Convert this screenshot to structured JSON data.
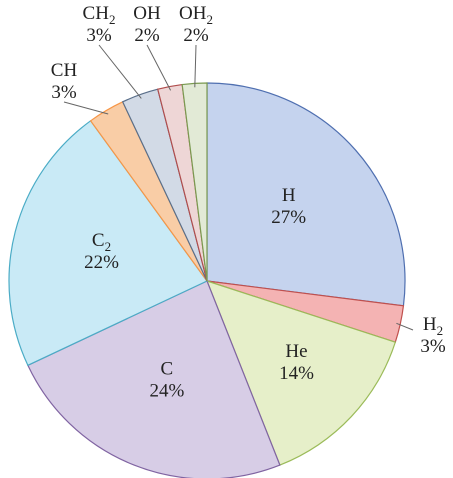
{
  "chart_data": {
    "type": "pie",
    "slices": [
      {
        "label": "H",
        "sub": "",
        "value": 27,
        "value_label": "27%",
        "color": "#c5d3ee",
        "stroke": "#4f6fb0"
      },
      {
        "label": "H",
        "sub": "2",
        "value": 3,
        "value_label": "3%",
        "color": "#f4b3b3",
        "stroke": "#c0504d"
      },
      {
        "label": "He",
        "sub": "",
        "value": 14,
        "value_label": "14%",
        "color": "#e6efc9",
        "stroke": "#9bbb59"
      },
      {
        "label": "C",
        "sub": "",
        "value": 24,
        "value_label": "24%",
        "color": "#d7cde6",
        "stroke": "#8064a2"
      },
      {
        "label": "C",
        "sub": "2",
        "value": 22,
        "value_label": "22%",
        "color": "#c9eaf6",
        "stroke": "#4bacc6"
      },
      {
        "label": "CH",
        "sub": "",
        "value": 3,
        "value_label": "3%",
        "color": "#f9cda6",
        "stroke": "#f79646"
      },
      {
        "label": "CH",
        "sub": "2",
        "value": 3,
        "value_label": "3%",
        "color": "#d2dae6",
        "stroke": "#5a6f8a"
      },
      {
        "label": "OH",
        "sub": "",
        "value": 2,
        "value_label": "2%",
        "color": "#eed6d6",
        "stroke": "#b04d4d"
      },
      {
        "label": "OH",
        "sub": "2",
        "value": 2,
        "value_label": "2%",
        "color": "#e2ead6",
        "stroke": "#7a9a50"
      }
    ],
    "legend": "none"
  }
}
